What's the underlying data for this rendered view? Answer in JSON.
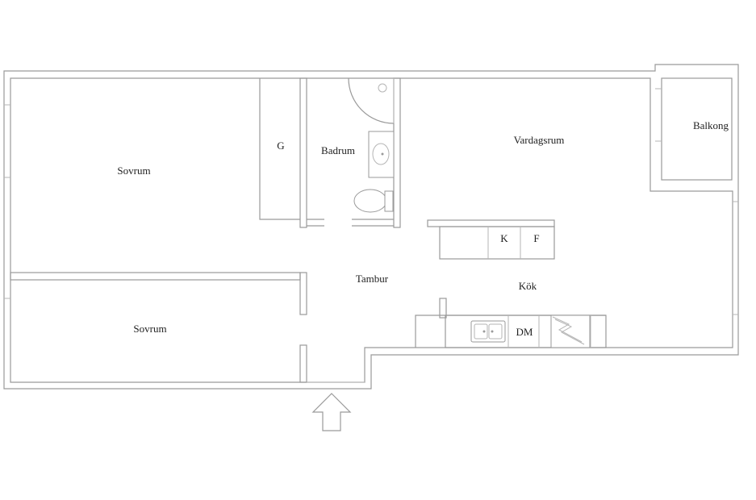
{
  "rooms": {
    "sovrum_1": "Sovrum",
    "sovrum_2": "Sovrum",
    "garderob": "G",
    "badrum": "Badrum",
    "vardagsrum": "Vardagsrum",
    "balkong": "Balkong",
    "tambur": "Tambur",
    "kok": "Kök"
  },
  "fixtures": {
    "kyl": "K",
    "frys": "F",
    "diskmaskin": "DM"
  },
  "icons": {
    "entrance": "entrance-arrow-icon",
    "sink": "kitchen-sink-icon",
    "stove": "stove-icon",
    "toilet": "toilet-icon",
    "washbasin": "washbasin-icon",
    "shower": "shower-icon"
  }
}
